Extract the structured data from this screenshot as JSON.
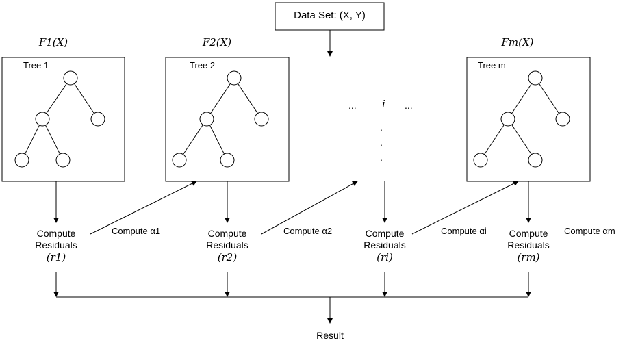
{
  "dataset": {
    "label": "Data Set: (X, Y)"
  },
  "iter_label": "i",
  "ellipsis": "...",
  "vdots": ".",
  "trees": [
    {
      "func": "F1(X)",
      "label": "Tree 1",
      "residual_line1": "Compute",
      "residual_line2": "Residuals",
      "residual_var": "(r1)",
      "alpha": "Compute α1"
    },
    {
      "func": "F2(X)",
      "label": "Tree 2",
      "residual_line1": "Compute",
      "residual_line2": "Residuals",
      "residual_var": "(r2)",
      "alpha": "Compute α2"
    },
    {
      "func": "",
      "label": "",
      "residual_line1": "Compute",
      "residual_line2": "Residuals",
      "residual_var": "(ri)",
      "alpha": "Compute αi"
    },
    {
      "func": "Fm(X)",
      "label": "Tree m",
      "residual_line1": "Compute",
      "residual_line2": "Residuals",
      "residual_var": "(rm)",
      "alpha": "Compute αm"
    }
  ],
  "result": "Result"
}
